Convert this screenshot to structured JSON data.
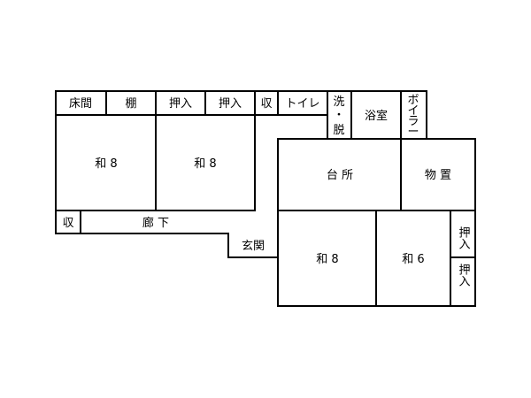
{
  "rooms": {
    "tokonoma": "床間",
    "tana": "棚",
    "oshiire_top_1": "押入",
    "oshiire_top_2": "押入",
    "shuno_top": "収",
    "toilet": "トイレ",
    "senmen_1": "洗",
    "senmen_dot": "・",
    "senmen_2": "脱",
    "bath": "浴室",
    "boiler": [
      "ボ",
      "イ",
      "ラ",
      "ー"
    ],
    "washitsu_left": "和 8",
    "washitsu_mid": "和 8",
    "kitchen": "台 所",
    "storage": "物 置",
    "shuno_left": "収",
    "corridor": "廊 下",
    "entrance": "玄関",
    "washitsu_br8": "和 8",
    "washitsu_br6": "和 6",
    "oshiire_right_1": "押入",
    "oshiire_right_2": "押入"
  }
}
